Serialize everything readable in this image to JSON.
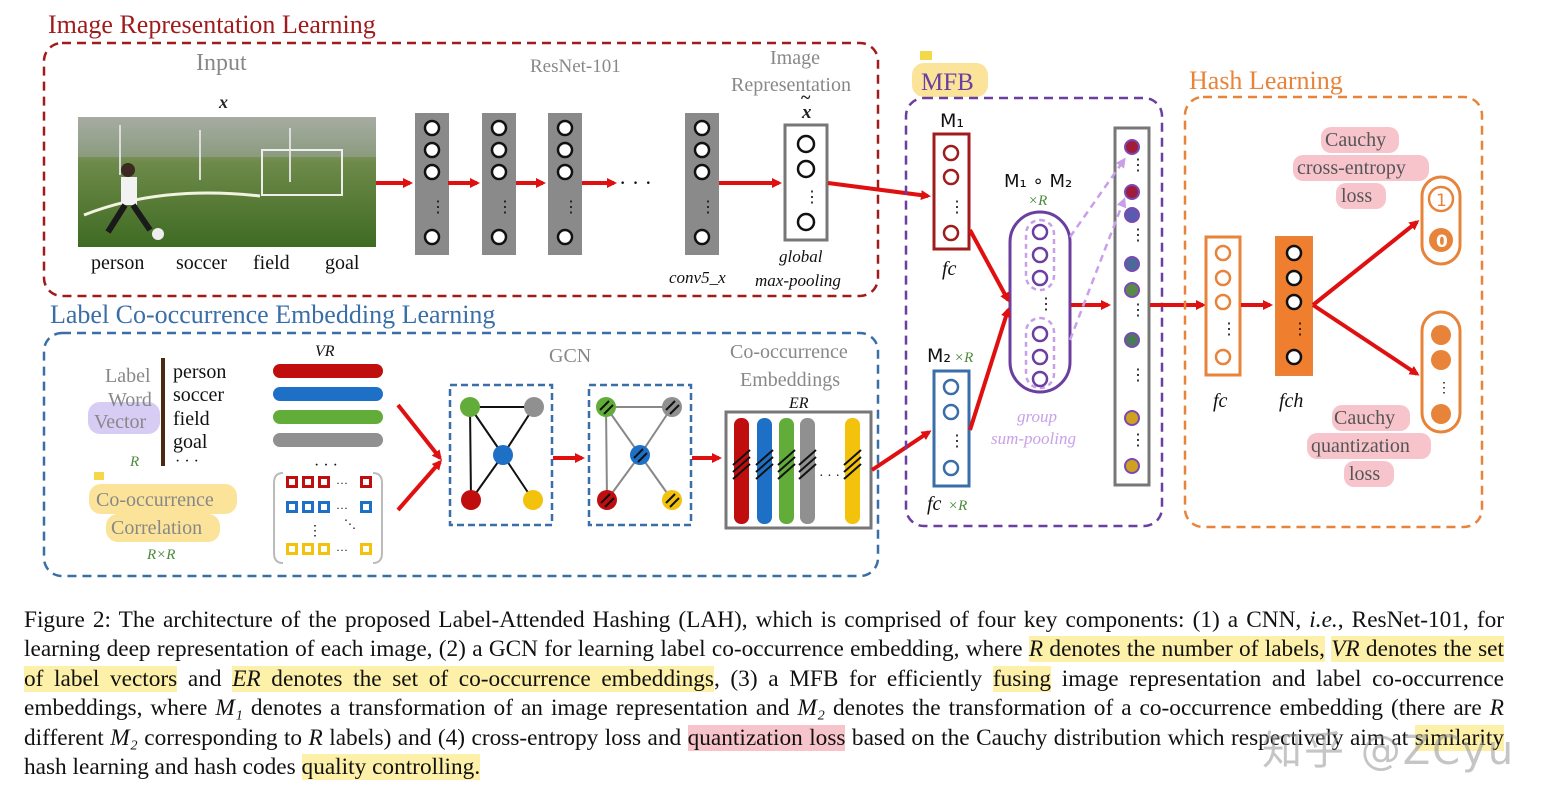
{
  "sections": {
    "image_rep": "Image Representation Learning",
    "label_emb": "Label Co-occurrence Embedding Learning",
    "mfb": "MFB",
    "hash": "Hash Learning"
  },
  "image_branch": {
    "input_title": "Input",
    "x_label": "x",
    "image_tags": [
      "person",
      "soccer",
      "field",
      "goal"
    ],
    "resnet": "ResNet-101",
    "ellipsis": "· · ·",
    "conv": "conv5_x",
    "rep_title_1": "Image",
    "rep_title_2": "Representation",
    "x_tilde": "x",
    "pool_1": "global",
    "pool_2": "max-pooling"
  },
  "label_branch": {
    "lwv_1": "Label",
    "lwv_2": "Word",
    "lwv_3": "Vector",
    "words": [
      "person",
      "soccer",
      "field",
      "goal",
      "· · ·"
    ],
    "r": "R",
    "cooc_1": "Co-occurrence",
    "cooc_2": "Correlation",
    "rxr": "R×R",
    "vr": "VR",
    "gcn": "GCN",
    "emb_1": "Co-occurrence",
    "emb_2": "Embeddings",
    "er": "ER"
  },
  "mfb_block": {
    "m1": "M₁",
    "fc": "fc",
    "m1m2": "M₁ ∘ M₂",
    "xr1": "×R",
    "m2": "M₂",
    "m2xr": "×R",
    "fcxr": "fc",
    "fcxr_r": "×R",
    "group_1": "group",
    "group_2": "sum-pooling"
  },
  "hash_block": {
    "ce_1": "Cauchy",
    "ce_2": "cross-entropy",
    "ce_3": "loss",
    "one": "1",
    "zero": "0",
    "fc": "fc",
    "fch": "fch",
    "q_1": "Cauchy",
    "q_2": "quantization",
    "q_3": "loss"
  },
  "caption": {
    "s1": "Figure 2: The architecture of the proposed Label-Attended Hashing (LAH), which is comprised of four key components: (1) a CNN, ",
    "s1_ie": "i.e.",
    "s2": ", ResNet-101, for learning deep representation of each image, (2) a GCN for learning label co-occurrence embedding, where ",
    "R": "R",
    "s3": " denotes the number of labels,",
    "VR": "VR",
    "s4": " denotes the set of label vectors",
    "s5": " and ",
    "ER": "ER",
    "s6": " denotes the set of co-occurrence embeddings",
    "s7": ", (3) a MFB for efficiently ",
    "s8": "fusing",
    "s9": " image representation and label co-occurrence embeddings, where ",
    "M1": "M₁",
    "s10": " denotes a transformation of an image representation and ",
    "M2": "M₂",
    "s11": " denotes the transformation of a co-occurrence embedding (there are ",
    "s12": " different ",
    "s13": " corresponding to ",
    "s14": " labels) and (4) cross-entropy loss and ",
    "s15": "quantization loss",
    "s16": " based on the Cauchy distribution which respectively aim at ",
    "s17": "similarity",
    "s18": " hash learning and hash codes ",
    "s19": "quality controlling",
    "s20": "."
  },
  "watermark": "知乎 @ZCyu",
  "colors": {
    "image_rep": "#a01c1c",
    "label_emb": "#3a6ea8",
    "mfb": "#6b3fa0",
    "hash": "#e8833a",
    "arrow": "#e01010",
    "highlight_yellow": "#fdf0a8",
    "highlight_pink": "#f8c4cc"
  }
}
